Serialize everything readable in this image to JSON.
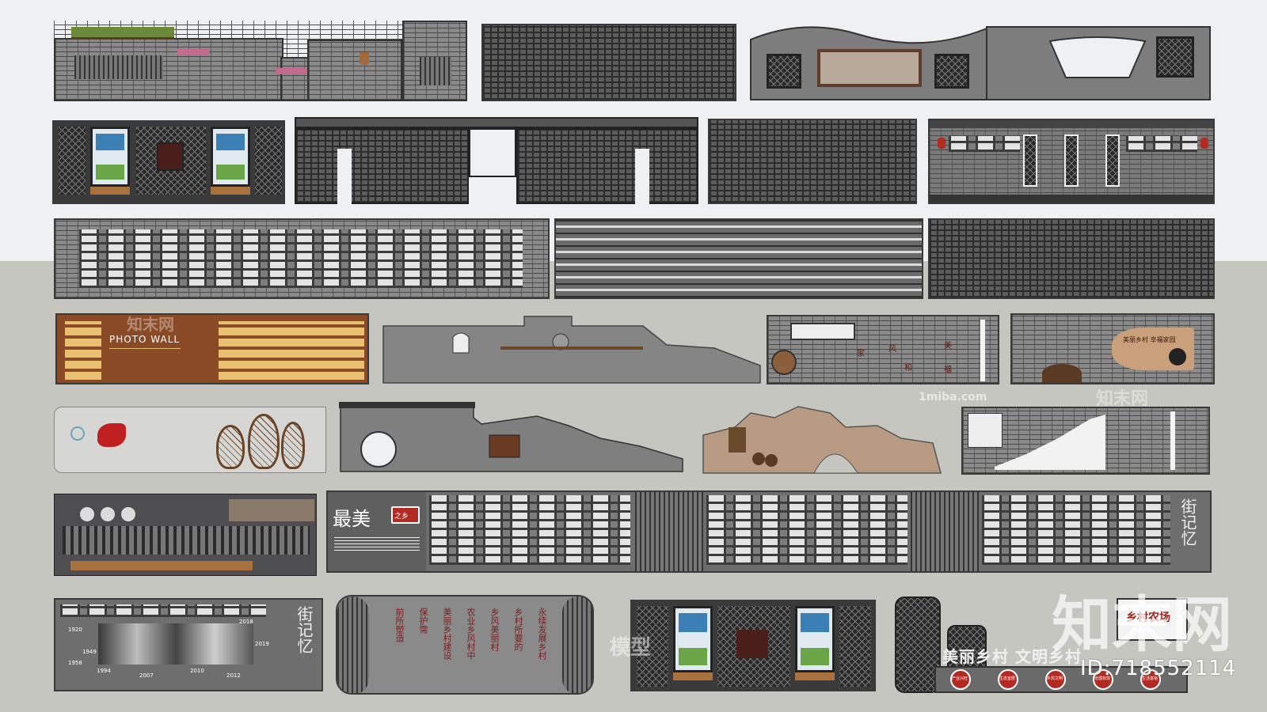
{
  "labels": {
    "photo_wall": "PHOTO WALL",
    "mei_ci": "最美",
    "mei_sub": "之乡",
    "jie_ji_yi": "街记忆",
    "years": [
      "1920",
      "1949",
      "1958",
      "2018",
      "2019",
      "1994",
      "2007",
      "2010",
      "2012"
    ],
    "scroll_columns": [
      "前所塑造",
      "保护需",
      "美丽乡村建设",
      "农业乡风村中",
      "乡风美丽村",
      "乡村所要的",
      "永续发展乡村"
    ],
    "slogan": "美丽乡村 文明乡村",
    "sign_board": "乡村农场",
    "village_sign": "美丽乡村 幸福家园",
    "circle_badges": [
      "产业兴旺",
      "生态宜居",
      "乡风文明",
      "治理有效",
      "生活富裕"
    ],
    "wheel_marks": [
      "家",
      "风",
      "和",
      "美",
      "福"
    ]
  },
  "watermarks": {
    "brand": "知末网",
    "site": "1miba.com",
    "grid_cn": "模型",
    "id_label": "ID:718552114"
  },
  "colors": {
    "sky": "#eef0f2",
    "ground": "#c5c6c0",
    "brick": "#8a8a8a",
    "frame": "#3a3a3a",
    "accent_red": "#b22a22",
    "wood": "#8b4a26"
  }
}
